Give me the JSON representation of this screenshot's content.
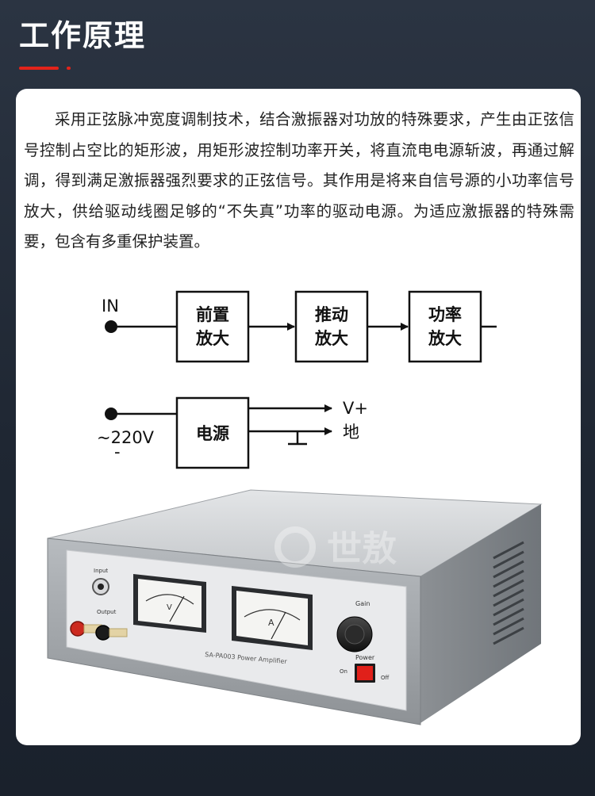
{
  "header": {
    "title": "工作原理"
  },
  "intro": {
    "paragraph": "采用正弦脉冲宽度调制技术，结合激振器对功放的特殊要求，产生由正弦信号控制占空比的矩形波，用矩形波控制功率开关，将直流电电源斩波，再通过解调，得到满足激振器强烈要求的正弦信号。其作用是将来自信号源的小功率信号放大，供给驱动线圈足够的“不失真”功率的驱动电源。为适应激振器的特殊需要，包含有多重保护装置。"
  },
  "diagram": {
    "input_label": "IN",
    "blocks": [
      {
        "line1": "前置",
        "line2": "放大"
      },
      {
        "line1": "推动",
        "line2": "放大"
      },
      {
        "line1": "功率",
        "line2": "放大"
      }
    ],
    "power_input_label": "~220V",
    "power_input_sub": "-",
    "power_block": "电源",
    "output_vplus": "V+",
    "output_ground": "地"
  },
  "device": {
    "input_label": "Input",
    "output_label": "Output",
    "meter_v": "V",
    "meter_a": "A",
    "model_label": "SA-PA003 Power Amplifier",
    "gain_label": "Gain",
    "power_label": "Power",
    "on_label": "On",
    "off_label": "Off",
    "watermark": "世敖",
    "colors": {
      "switch_red": "#e0201a",
      "body_grey": "#a7abaf",
      "panel": "#e9eaec"
    }
  }
}
